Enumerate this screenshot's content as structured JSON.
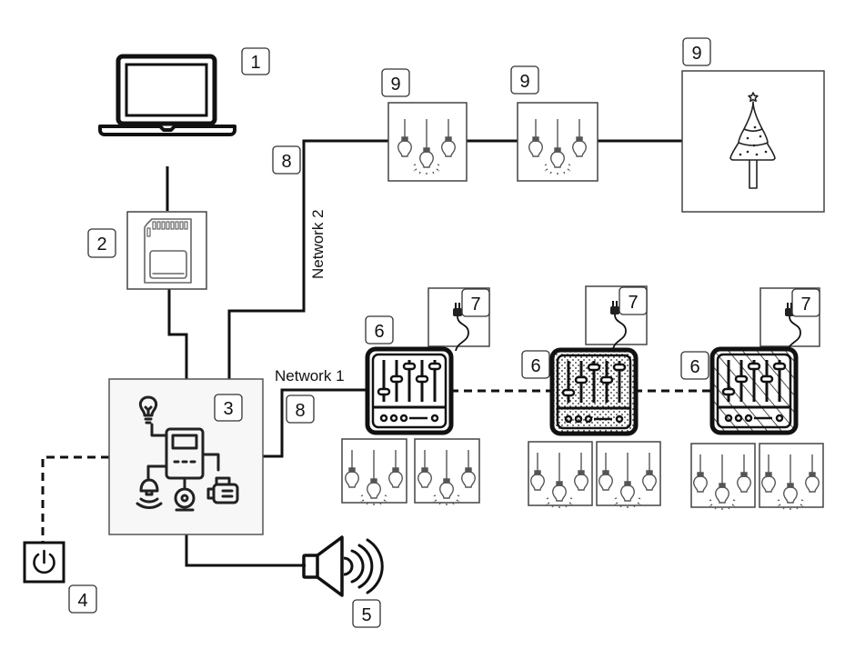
{
  "diagram": {
    "type": "smart-lighting-system-schematic",
    "badges": {
      "laptop": "1",
      "sd_card": "2",
      "controller": "3",
      "power_button": "4",
      "speaker": "5",
      "mixer_a": "6",
      "mixer_b": "6",
      "mixer_c": "6",
      "plug_a": "7",
      "plug_b": "7",
      "plug_c": "7",
      "network2_link": "8",
      "network1_link": "8",
      "lights_a": "9",
      "lights_b": "9",
      "tree": "9"
    },
    "labels": {
      "network1": "Network 1",
      "network2": "Network 2"
    },
    "components": [
      {
        "id": "laptop",
        "icon": "laptop-icon"
      },
      {
        "id": "sd_card",
        "icon": "sd-card-icon"
      },
      {
        "id": "controller",
        "icon": "controller-hub-icon"
      },
      {
        "id": "power_button",
        "icon": "power-icon"
      },
      {
        "id": "speaker",
        "icon": "speaker-icon"
      },
      {
        "id": "mixer",
        "icon": "mixer-fader-icon",
        "count": 3
      },
      {
        "id": "plug",
        "icon": "power-plug-icon",
        "count": 3
      },
      {
        "id": "light_string",
        "icon": "hanging-bulbs-icon",
        "count": 8
      },
      {
        "id": "tree",
        "icon": "christmas-tree-icon"
      }
    ]
  }
}
